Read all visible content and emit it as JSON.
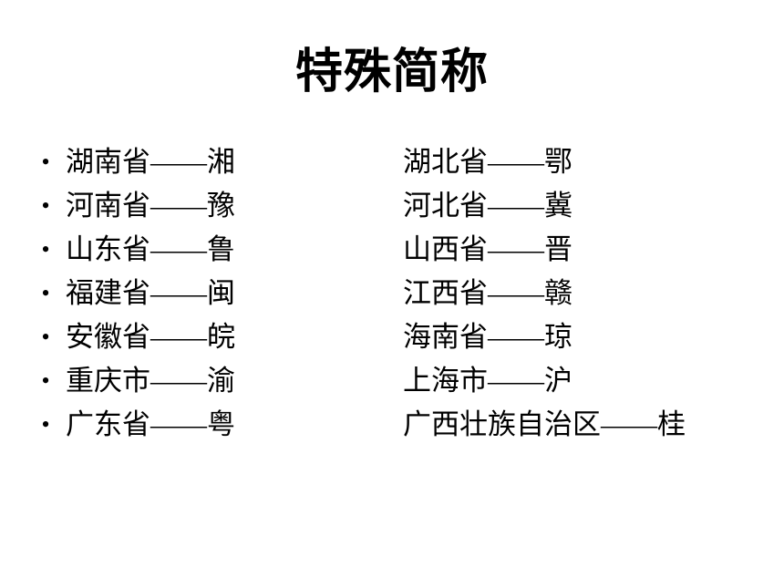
{
  "slide": {
    "title": "特殊简称"
  },
  "list": {
    "bullet": "•",
    "rows": [
      {
        "left": "湖南省——湘",
        "right": "湖北省——鄂"
      },
      {
        "left": "河南省——豫",
        "right": "河北省——冀"
      },
      {
        "left": "山东省——鲁",
        "right": "山西省——晋"
      },
      {
        "left": "福建省——闽",
        "right": "江西省——赣"
      },
      {
        "left": "安徽省——皖",
        "right": "海南省——琼"
      },
      {
        "left": "重庆市——渝",
        "right": "上海市——沪"
      },
      {
        "left": "广东省——粤",
        "right": "广西壮族自治区——桂"
      }
    ]
  }
}
